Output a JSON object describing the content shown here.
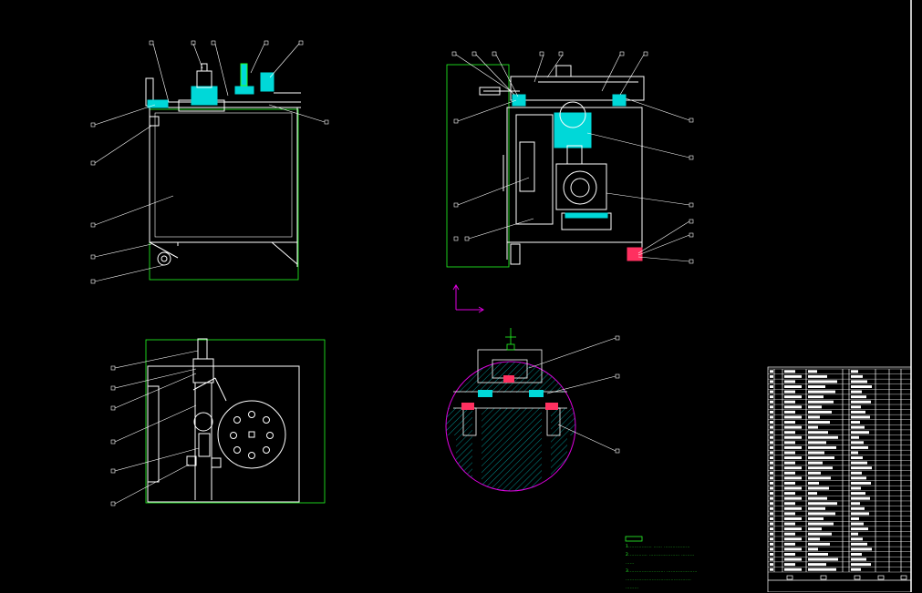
{
  "drawing": {
    "title": "",
    "colors": {
      "background": "#000000",
      "outline": "#ffffff",
      "hydraulic": "#00d8d8",
      "frame": "#22ff22",
      "section": "#e000e0",
      "hatch": "#00b0b0",
      "seal": "#ff3060",
      "accent": "#ffe000"
    },
    "views": [
      "front-elevation",
      "side-elevation",
      "top-plan",
      "detail-section"
    ],
    "technical_notes": [
      "1.…………… …… ………………",
      "2.………… ………………… ………",
      "  ……",
      "3.…………………… …………………",
      "  ………………………………………",
      "  ………"
    ],
    "title_block": {
      "rows": 40
    }
  }
}
